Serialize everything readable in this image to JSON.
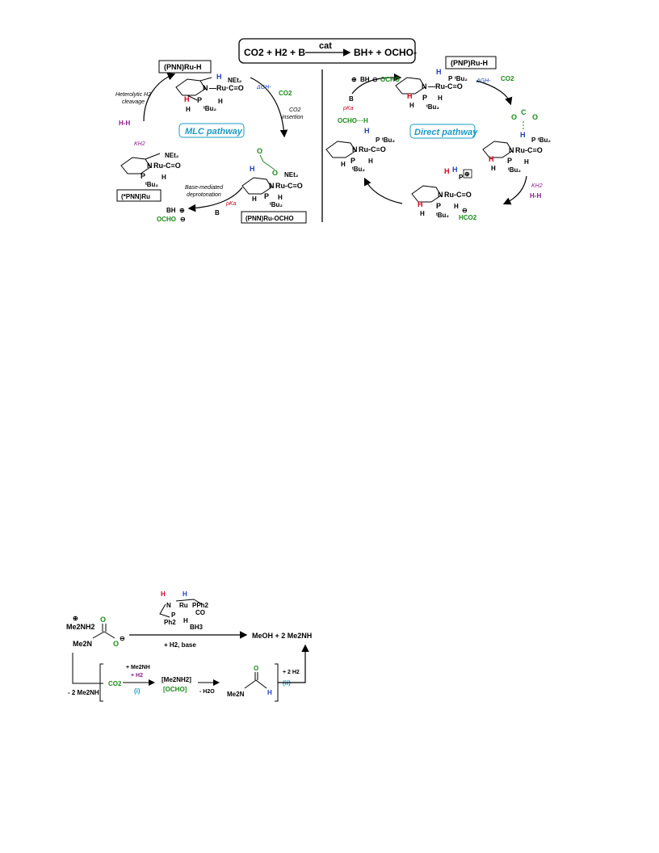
{
  "colors": {
    "red": "#d0021b",
    "blue": "#1f3fbf",
    "green": "#1a8a1a",
    "teal": "#1a9bc4",
    "purple": "#8a1a8a",
    "pink": "#c0147a"
  },
  "top_equation": {
    "lhs": "CO2 + H2 + B",
    "catalyst": "cat",
    "rhs": "BH+ + OCHO-"
  },
  "mlc": {
    "pathway_label": "MLC pathway",
    "ru_h_label": "(PNN)Ru-H",
    "star_label": "(*PNN)Ru",
    "formate_label": "(PNN)Ru-OCHO",
    "heterolytic_line1": "Heterolytic H2",
    "heterolytic_line2": "cleavage",
    "dG_label": "ΔGH-",
    "co2_label": "CO2",
    "co2_insert_line1": "CO2",
    "co2_insert_line2": "insertion",
    "kh2_label": "KH2",
    "hh_label": "H-H",
    "base_line1": "Base-mediated",
    "base_line2": "deprotonation",
    "pka_label": "pKa",
    "bh_label": "BH",
    "ocho_label": "OCHO",
    "b_label": "B"
  },
  "direct": {
    "pathway_label": "Direct pathway",
    "ru_h_label": "(PNP)Ru-H",
    "bh_label": "BH",
    "ocho_label": "OCHO",
    "b_label": "B",
    "pka_label": "pKa",
    "dG_label": "ΔGH-",
    "co2_label": "CO2",
    "ocho_h_label": "OCHO···H",
    "kh2_label": "KH2",
    "hh_label": "H-H",
    "hco2_label": "HCO2"
  },
  "bottom": {
    "reactant_cation": "Me2NH2",
    "reactant_anion_n": "Me2N",
    "products": "MeOH + 2 Me2NH",
    "conditions": "+ H2, base",
    "minus_amine": "- 2 Me2NH",
    "co2": "CO2",
    "plus_amine": "+ Me2NH",
    "plus_h2": "+ H2",
    "step_i": "(i)",
    "salt_line1": "[Me2NH2]",
    "salt_line2": "[OCHO]",
    "minus_water": "- H2O",
    "amide_n": "Me2N",
    "plus_2h2": "+ 2 H2",
    "step_ii": "(ii)",
    "cat_pph2": "PPh2",
    "cat_co": "CO",
    "cat_bh3": "BH3",
    "cat_ph2": "Ph2"
  }
}
